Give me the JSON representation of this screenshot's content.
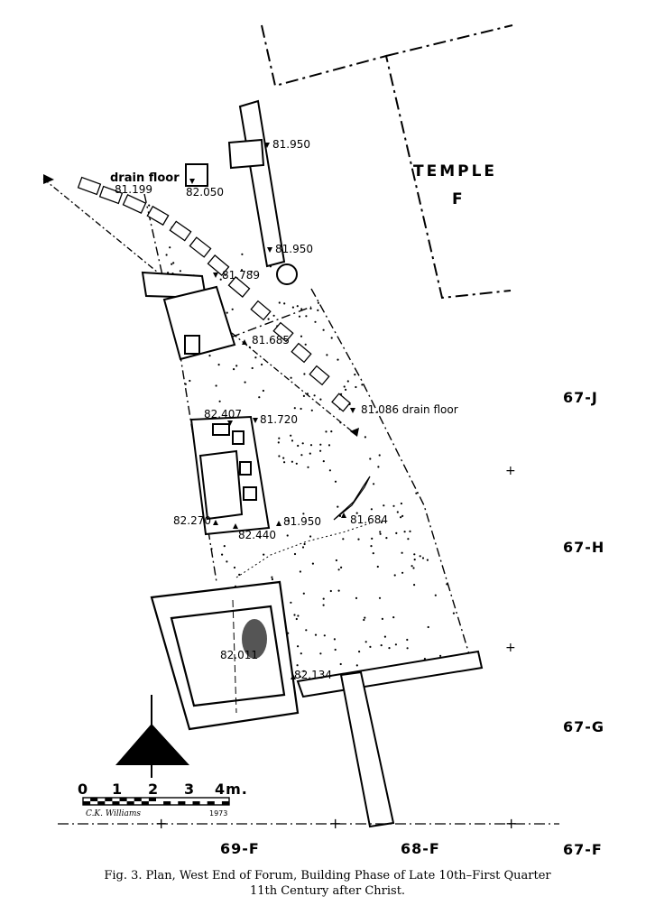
{
  "labels": {
    "temple_line1": "TEMPLE",
    "temple_line2": "F",
    "drain_floor_top": "drain floor",
    "elev_81199": "81.199",
    "elev_82050": "82.050",
    "elev_81950_a": "81.950",
    "elev_81950_b": "81.950",
    "elev_81789": "81.789",
    "elev_81685": "81.685",
    "elev_81086": "81.086 drain floor",
    "elev_82407": "82.407",
    "elev_81720": "81.720",
    "elev_82270": "82.270",
    "elev_82440": "82.440",
    "elev_81950_c": "81.950",
    "elev_81684": "81.684",
    "elev_82011": "82.011",
    "elev_82134": "82.134"
  },
  "grid_labels": {
    "g67J": "67-J",
    "g67H": "67-H",
    "g67G": "67-G",
    "g67F": "67-F",
    "g69F": "69-F",
    "g68F": "68-F"
  },
  "scale": {
    "ticks": [
      "0",
      "1",
      "2",
      "3",
      "4m."
    ],
    "signature": "C.K. Williams",
    "year": "1973"
  },
  "caption": {
    "line1": "Fig. 3. Plan, West End of Forum, Building Phase of Late 10th–First Quarter",
    "line2": "11th Century after Christ."
  }
}
